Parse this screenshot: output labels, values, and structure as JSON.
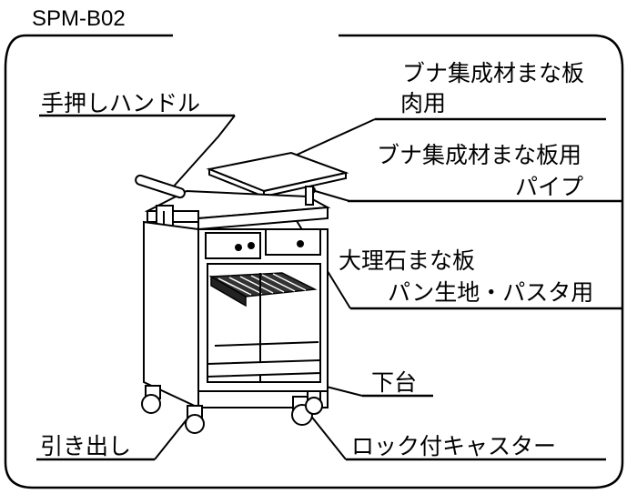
{
  "model": "SPM-B02",
  "labels": {
    "handle": "手押しハンドル",
    "board_meat_line1": "ブナ集成材まな板",
    "board_meat_line2": "肉用",
    "board_pipe_line1": "ブナ集成材まな板用",
    "board_pipe_line2": "パイプ",
    "marble_line1": "大理石まな板",
    "marble_line2": "パン生地・パスタ用",
    "lower_shelf": "下台",
    "drawer": "引き出し",
    "caster": "ロック付キャスター"
  },
  "colors": {
    "line": "#000000",
    "background": "#ffffff"
  }
}
